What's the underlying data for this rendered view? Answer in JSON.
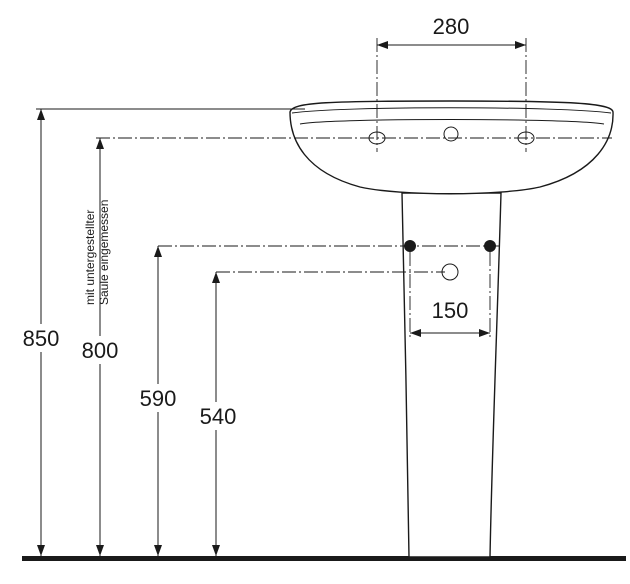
{
  "dimensions": {
    "faucet_spacing": "280",
    "outlet_spacing": "150",
    "overall_height": "850",
    "basin_height": "800",
    "outlet_height": "590",
    "drain_height": "540"
  },
  "note": {
    "line1": "mit untergestellter",
    "line2": "Säule eingemessen"
  }
}
